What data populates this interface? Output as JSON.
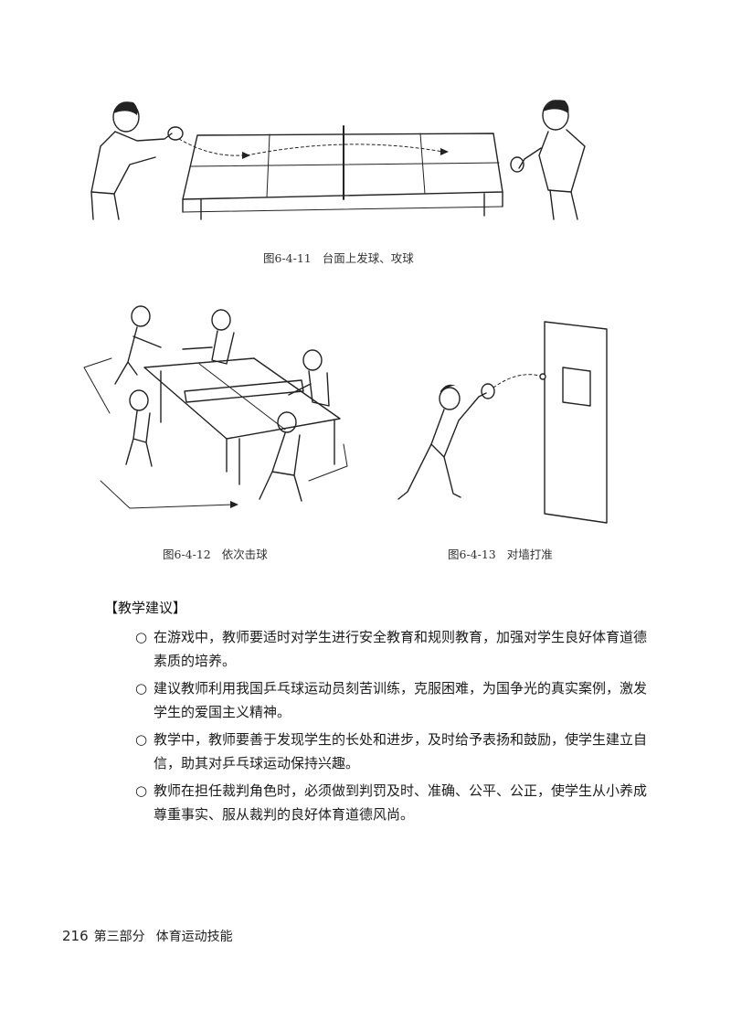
{
  "figures": [
    {
      "number": "图6-4-11",
      "title": "台面上发球、攻球"
    },
    {
      "number": "图6-4-12",
      "title": "依次击球"
    },
    {
      "number": "图6-4-13",
      "title": "对墙打准"
    }
  ],
  "section": {
    "title": "【教学建议】"
  },
  "bullet_mark": "○",
  "bullets": [
    "在游戏中，教师要适时对学生进行安全教育和规则教育，加强对学生良好体育道德素质的培养。",
    "建议教师利用我国乒乓球运动员刻苦训练，克服困难，为国争光的真实案例，激发学生的爱国主义精神。",
    "教学中，教师要善于发现学生的长处和进步，及时给予表扬和鼓励，使学生建立自信，助其对乒乓球运动保持兴趣。",
    "教师在担任裁判角色时，必须做到判罚及时、准确、公平、公正，使学生从小养成尊重事实、服从裁判的良好体育道德风尚。"
  ],
  "footer": {
    "page_number": "216",
    "part": "第三部分",
    "chapter": "体育运动技能"
  }
}
